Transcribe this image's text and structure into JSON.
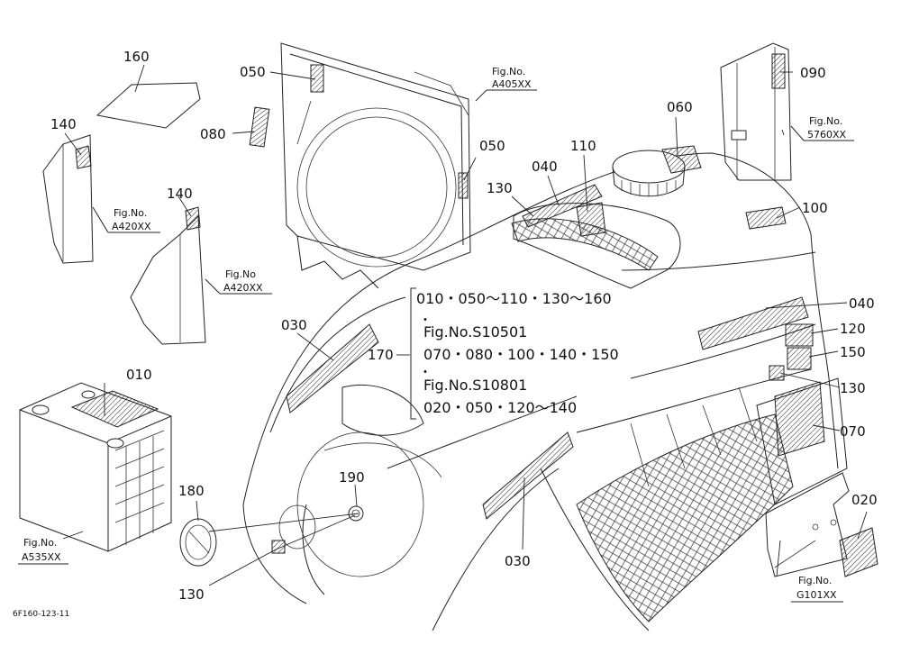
{
  "diagram": {
    "part_numbers": {
      "p160": "160",
      "p050a": "050",
      "p080": "080",
      "p140a": "140",
      "p140b": "140",
      "p050b": "050",
      "p060": "060",
      "p110": "110",
      "p040a": "040",
      "p130a": "130",
      "p090": "090",
      "p100": "100",
      "p040b": "040",
      "p120": "120",
      "p150": "150",
      "p130b": "130",
      "p070": "070",
      "p030a": "030",
      "p170": "170",
      "p010": "010",
      "p190": "190",
      "p180": "180",
      "p030b": "030",
      "p020": "020",
      "p130c": "130"
    },
    "figure_refs": {
      "a405": {
        "line1": "Fig.No.",
        "line2": "A405XX"
      },
      "a420a": {
        "line1": "Fig.No.",
        "line2": "A420XX"
      },
      "a420b": {
        "line1": "Fig.No",
        "line2": "A420XX"
      },
      "s5760": {
        "line1": "Fig.No.",
        "line2": "5760XX"
      },
      "a535": {
        "line1": "Fig.No.",
        "line2": "A535XX"
      },
      "g101": {
        "line1": "Fig.No.",
        "line2": "G101XX"
      }
    },
    "legend": {
      "row1": "010・050〜110・130〜160",
      "dot1": "・",
      "row2": "Fig.No.S10501",
      "row3": "070・080・100・140・150",
      "dot2": "・",
      "row4": "Fig.No.S10801",
      "row5": "020・050・120〜140"
    },
    "drawing_id": "6F160-123-11"
  }
}
